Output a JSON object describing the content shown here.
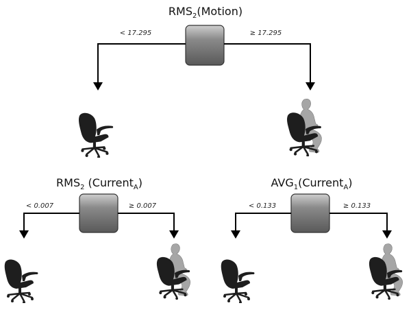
{
  "diagram": {
    "root": {
      "feature": "RMS",
      "feature_sub": "2",
      "feature_arg": "(Motion)",
      "left_threshold": "< 17.295",
      "right_threshold": "≥ 17.295",
      "left_leaf": "empty-chair",
      "right_leaf": "occupied-chair"
    },
    "left_node": {
      "feature": "RMS",
      "feature_sub": "2",
      "feature_arg_pre": " (Current",
      "feature_arg_sub": "A",
      "feature_arg_post": ")",
      "left_threshold": "< 0.007",
      "right_threshold": "≥ 0.007",
      "left_leaf": "empty-chair",
      "right_leaf": "occupied-chair"
    },
    "right_node": {
      "feature": "AVG",
      "feature_sub": "1",
      "feature_arg_pre": "(Current",
      "feature_arg_sub": "A",
      "feature_arg_post": ")",
      "left_threshold": "< 0.133",
      "right_threshold": "≥ 0.133",
      "left_leaf": "empty-chair",
      "right_leaf": "occupied-chair"
    },
    "colors": {
      "node_top": "#c8c8c8",
      "node_bottom": "#5a5a5a",
      "chair": "#1e1e1e",
      "person": "#a6a6a6"
    }
  }
}
